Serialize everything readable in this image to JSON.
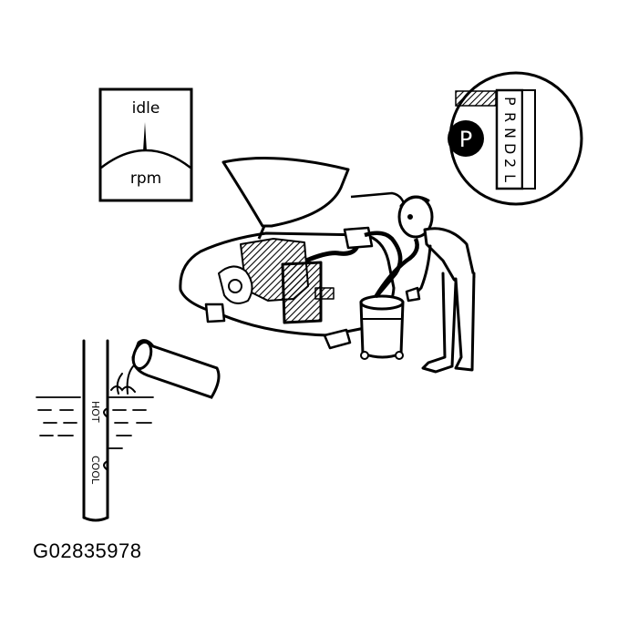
{
  "figure_id": "G02835978",
  "tachometer": {
    "top_label": "idle",
    "bottom_label": "rpm"
  },
  "gear_selector": {
    "badge": "P",
    "positions": [
      "P",
      "R",
      "N",
      "D",
      "2",
      "L"
    ]
  },
  "dipstick": {
    "mark_hot": "HOT",
    "mark_cool": "COOL"
  },
  "colors": {
    "ink": "#000000",
    "paper": "#ffffff"
  }
}
